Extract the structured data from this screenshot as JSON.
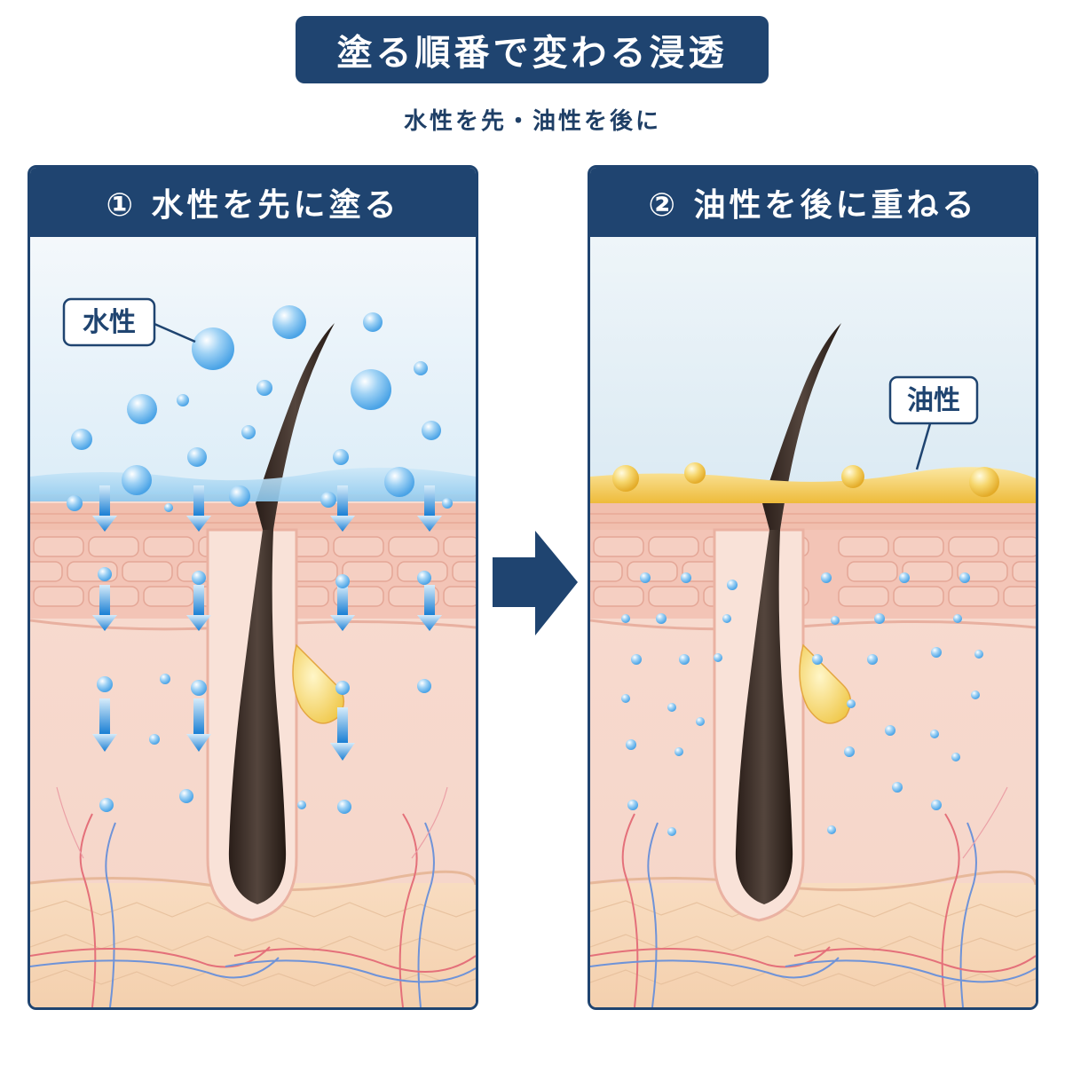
{
  "title": "塗る順番で変わる浸透",
  "subtitle": "水性を先・油性を後に",
  "panels": [
    {
      "heading": "① 水性を先に塗る",
      "label": "水性"
    },
    {
      "heading": "② 油性を後に重ねる",
      "label": "油性"
    }
  ],
  "colors": {
    "navy": "#1f4470",
    "water_drop": "#5fb0ec",
    "oil": "#f0c84a",
    "skin": "#f6d3c6",
    "arrow_blue": "#1a7fd4"
  }
}
